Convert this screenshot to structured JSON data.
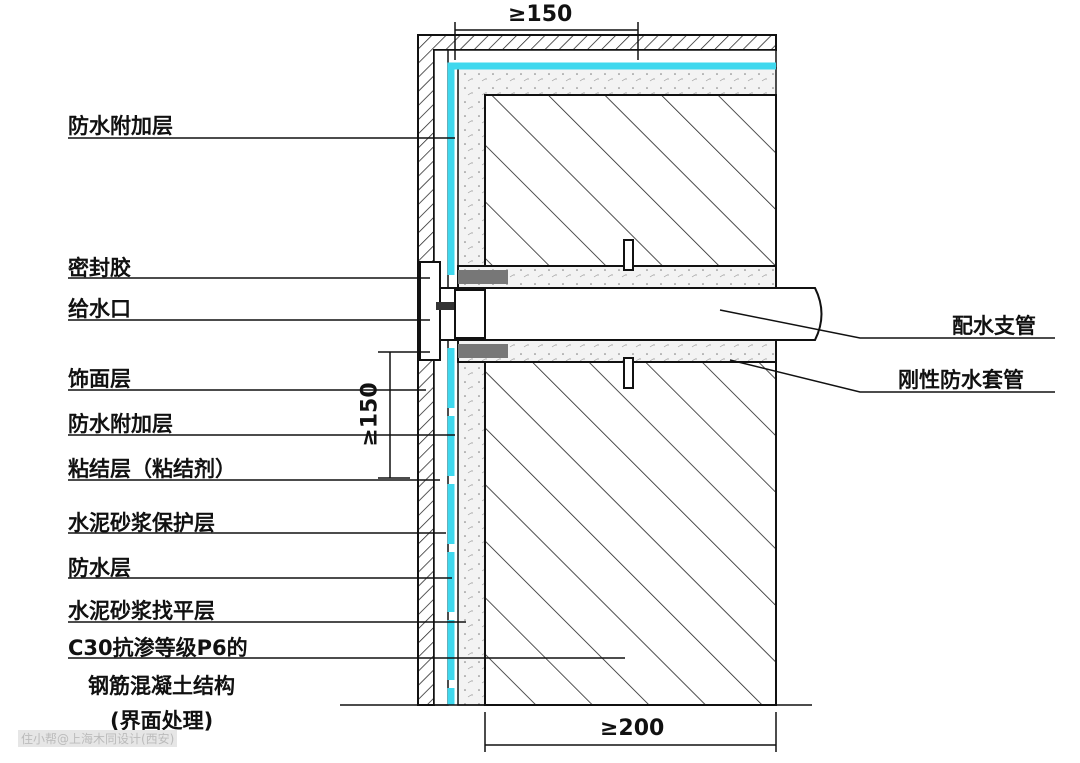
{
  "labels_left": [
    "防水附加层",
    "密封胶",
    "给水口",
    "饰面层",
    "防水附加层",
    "粘结层（粘结剂）",
    "水泥砂浆保护层",
    "防水层",
    "水泥砂浆找平层",
    "C30抗渗等级P6的",
    "钢筋混凝土结构",
    "(界面处理)"
  ],
  "labels_right": [
    "配水支管",
    "刚性防水套管"
  ],
  "dimensions": {
    "top": "≥150",
    "bottom": "≥200",
    "side": "≥150"
  },
  "watermark": "住小帮@上海木同设计(西安)",
  "colors": {
    "waterproof": "#3fd8ee",
    "line": "#111111",
    "sleeve": "#777777"
  }
}
